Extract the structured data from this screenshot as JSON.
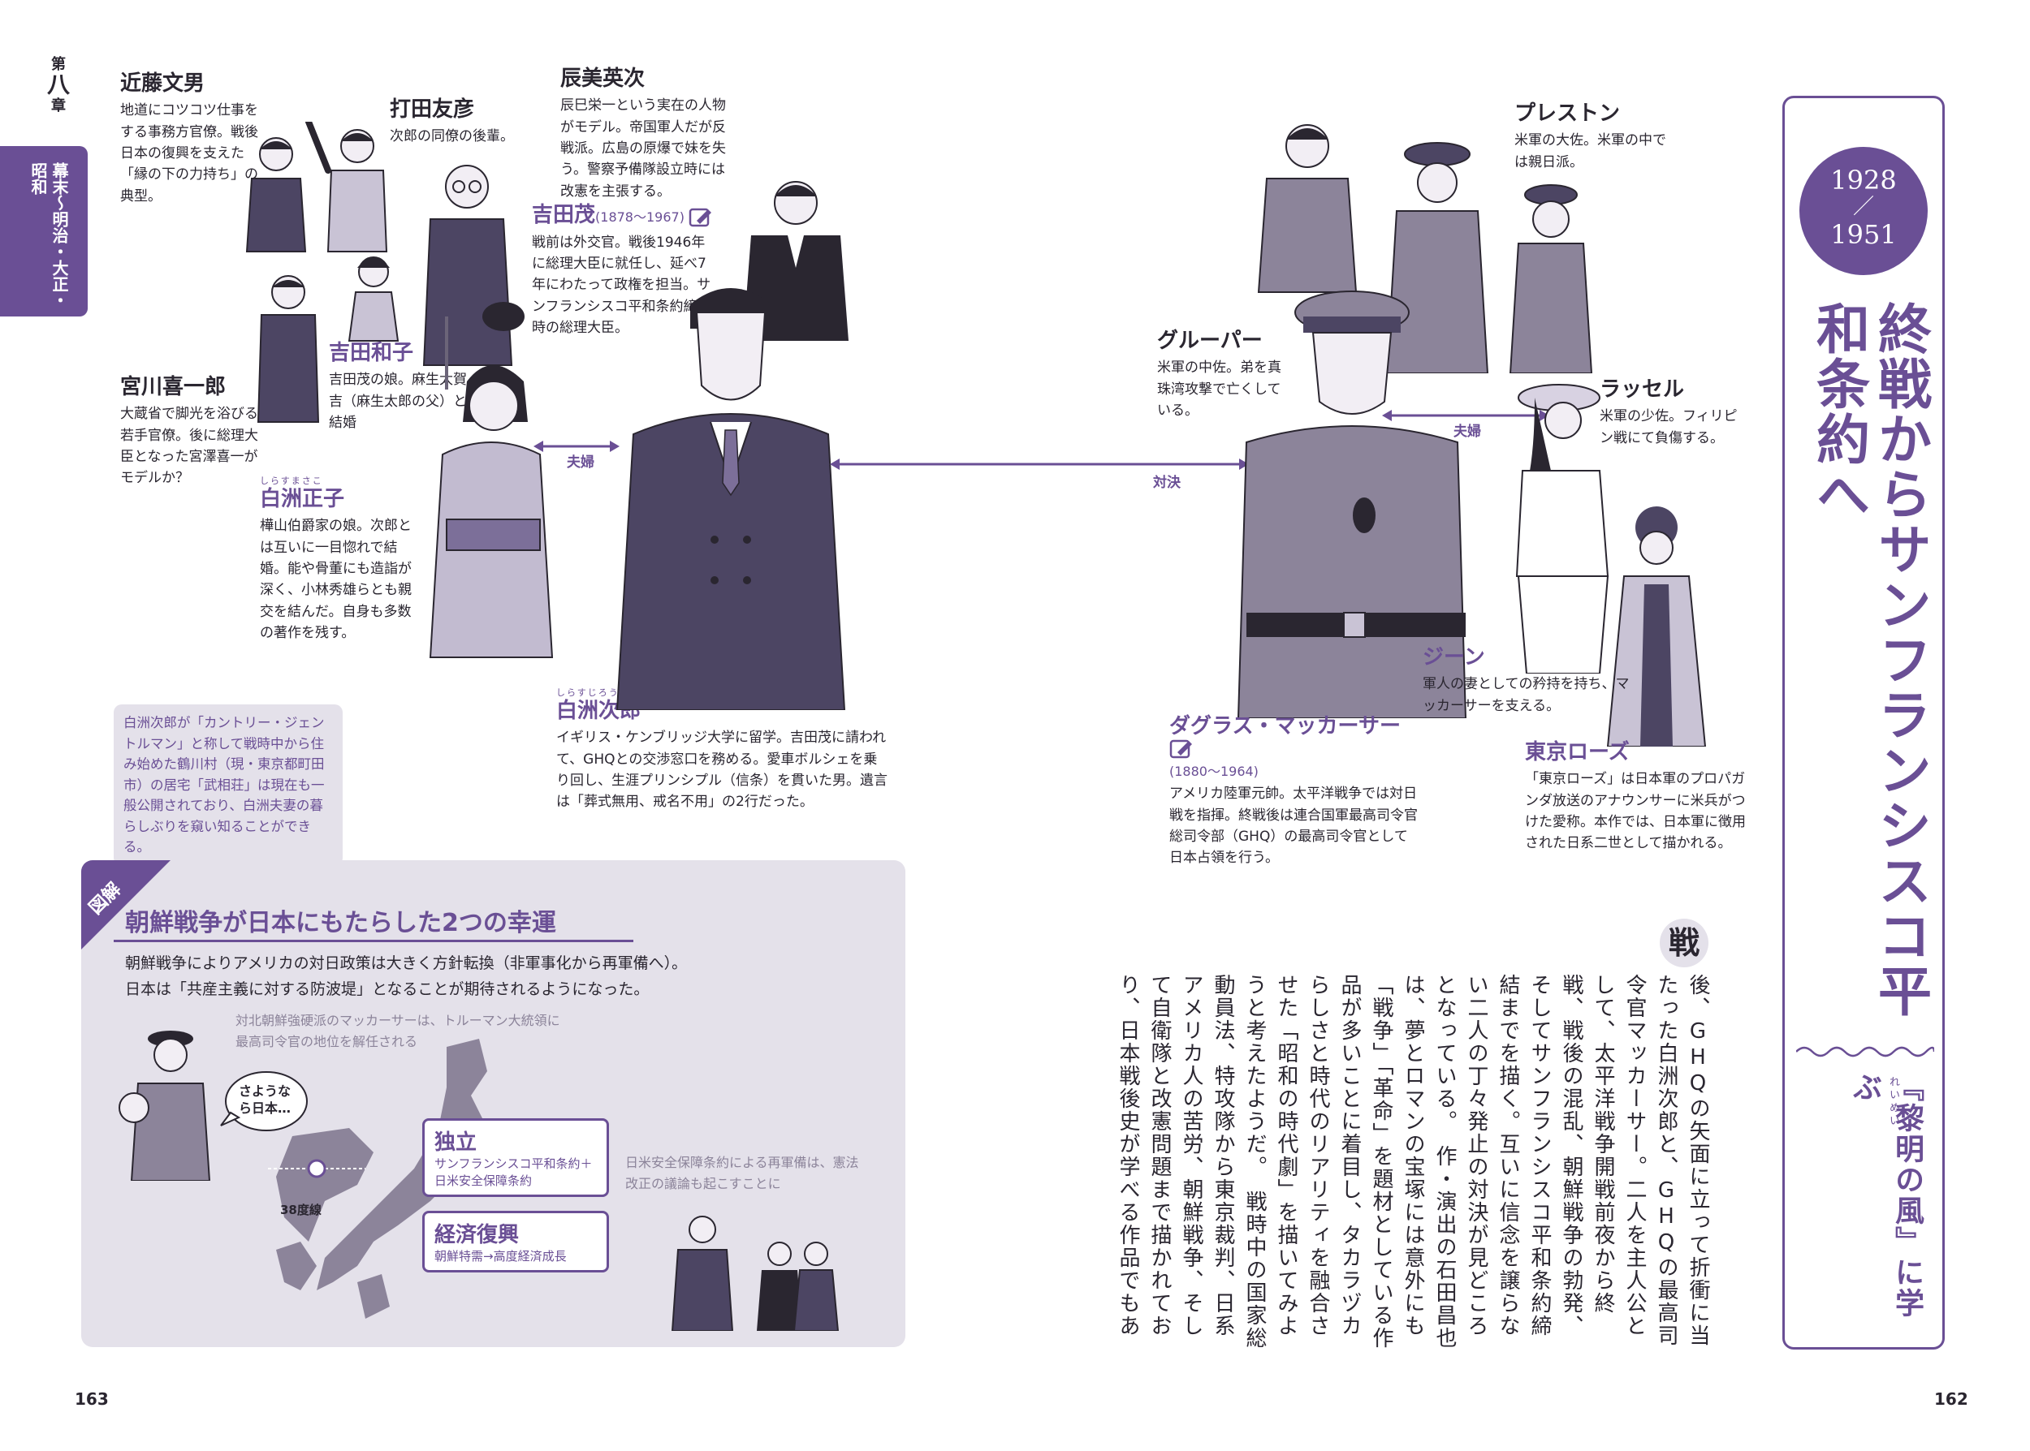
{
  "chapter": {
    "prefix": "第",
    "number": "八",
    "suffix": "章",
    "era": "幕末〜明治・大正・昭和"
  },
  "characters": {
    "kondo": {
      "name": "近藤文男",
      "desc": "地道にコツコツ仕事をする事務方官僚。戦後日本の復興を支えた「縁の下の力持ち」の典型。"
    },
    "uchida": {
      "name": "打田友彦",
      "desc": "次郎の同僚の後輩。"
    },
    "tatsumi": {
      "name": "辰美英次",
      "desc": "辰巳栄一という実在の人物がモデル。帝国軍人だが反戦派。広島の原爆で妹を失う。警察予備隊設立時には改憲を主張する。"
    },
    "yoshida": {
      "name": "吉田茂",
      "years": "(1878〜1967)",
      "desc": "戦前は外交官。戦後1946年に総理大臣に就任し、延べ7年にわたって政権を担当。サンフランシスコ平和条約締結時の総理大臣。"
    },
    "kazuko": {
      "name": "吉田和子",
      "desc": "吉田茂の娘。麻生太賀吉（麻生太郎の父）と結婚"
    },
    "miyagawa": {
      "name": "宮川喜一郎",
      "desc": "大蔵省で脚光を浴びる若手官僚。後に総理大臣となった宮澤喜一がモデルか？"
    },
    "masako": {
      "name": "白洲正子",
      "ruby": "しらすまさこ",
      "desc": "樺山伯爵家の娘。次郎とは互いに一目惚れで結婚。能や骨董にも造詣が深く、小林秀雄らとも親交を結んだ。自身も多数の著作を残す。"
    },
    "jiro": {
      "name": "白洲次郎",
      "ruby": "しらすじろう",
      "desc": "イギリス・ケンブリッジ大学に留学。吉田茂に請われて、GHQとの交渉窓口を務める。愛車ボルシェを乗り回し、生涯プリンシプル（信条）を貫いた男。遺言は「葬式無用、戒名不用」の2行だった。"
    },
    "preston": {
      "name": "プレストン",
      "desc": "米軍の大佐。米軍の中では親日派。"
    },
    "grouper": {
      "name": "グルーパー",
      "desc": "米軍の中佐。弟を真珠湾攻撃で亡くしている。"
    },
    "russell": {
      "name": "ラッセル",
      "desc": "米軍の少佐。フィリピン戦にて負傷する。"
    },
    "jean": {
      "name": "ジーン",
      "desc": "軍人の妻としての矜持を持ち、マッカーサーを支える。"
    },
    "macarthur": {
      "name": "ダグラス・マッカーサー",
      "years": "(1880〜1964)",
      "desc": "アメリカ陸軍元帥。太平洋戦争では対日戦を指揮。終戦後は連合国軍最高司令官総司令部（GHQ）の最高司令官として日本占領を行う。"
    },
    "tokyorose": {
      "name": "東京ローズ",
      "desc": "「東京ローズ」は日本軍のプロパガンダ放送のアナウンサーに米兵がつけた愛称。本作では、日本軍に徴用された日系二世として描かれる。"
    }
  },
  "relations": {
    "couple1": "夫婦",
    "couple2": "夫婦",
    "versus": "対決"
  },
  "note_box": "白洲次郎が「カントリー・ジェントルマン」と称して戦時中から住み始めた鶴川村（現・東京都町田市）の居宅「武相荘」は現在も一般公開されており、白洲夫妻の暮らしぶりを窺い知ることができる。",
  "diagram": {
    "tag": "図解",
    "title": "朝鮮戦争が日本にもたらした2つの幸運",
    "lead1": "朝鮮戦争によりアメリカの対日政策は大きく方針転換（非軍事化から再軍備へ）。",
    "lead2": "日本は「共産主義に対する防波堤」となることが期待されるようになった。",
    "caption_mac": "対北朝鮮強硬派のマッカーサーは、トルーマン大統領に最高司令官の地位を解任される",
    "speech": "さようなら日本…",
    "box1_title": "独立",
    "box1_sub": "サンフランシスコ平和条約＋日米安全保障条約",
    "box2_title": "経済復興",
    "box2_sub": "朝鮮特需→高度経済成長",
    "line38": "38度線",
    "caption_right": "日米安全保障条約による再軍備は、憲法改正の議論も起こすことに"
  },
  "banner": {
    "year_from": "1928",
    "slash": "／",
    "year_to": "1951",
    "title": "終戦からサンフランシスコ平和条約へ",
    "subtitle": "『黎明の風』に学ぶ",
    "sub_ruby": "れいめい"
  },
  "body_text": {
    "initial": "戦",
    "text": "後、GHQの矢面に立って折衝に当たった白洲次郎と、GHQの最高司令官マッカーサー。二人を主人公として、太平洋戦争開戦前夜から終戦、戦後の混乱、朝鮮戦争の勃発、そしてサンフランシスコ平和条約締結までを描く。互いに信念を譲らない二人の丁々発止の対決が見どころとなっている。　作・演出の石田昌也は、夢とロマンの宝塚には意外にも「戦争」「革命」を題材としている作品が多いことに着目し、タカラヅカらしさと時代のリアリティを融合させた「昭和の時代劇」を描いてみようと考えたようだ。　戦時中の国家総動員法、特攻隊から東京裁判、日系アメリカ人の苦労、朝鮮戦争、そして自衛隊と改憲問題まで描かれており、日本戦後史が学べる作品でもある。"
  },
  "page_left": "163",
  "page_right": "162",
  "colors": {
    "purple": "#6a4f95",
    "gray_box": "#e4e1ea",
    "dark": "#2a2630"
  }
}
